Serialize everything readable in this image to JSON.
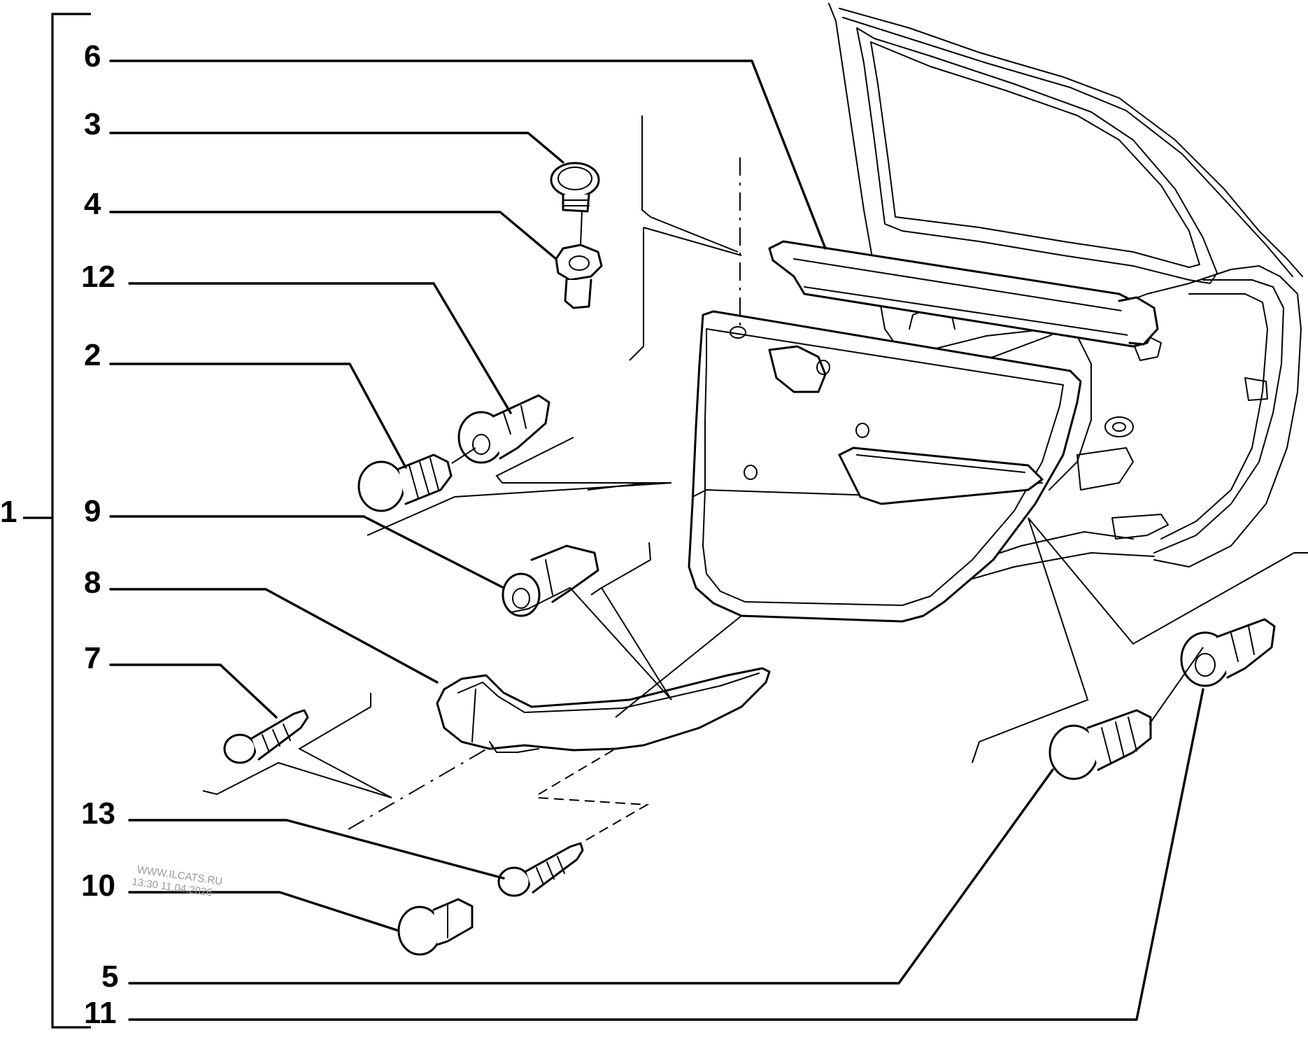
{
  "callouts": {
    "c1": "1",
    "c2": "2",
    "c3": "3",
    "c4": "4",
    "c5": "5",
    "c6": "6",
    "c7": "7",
    "c8": "8",
    "c9": "9",
    "c10": "10",
    "c11": "11",
    "c12": "12",
    "c13": "13"
  },
  "watermark": {
    "site": "WWW.ILCATS.RU",
    "timestamp": "13:30 11.04.2026"
  }
}
